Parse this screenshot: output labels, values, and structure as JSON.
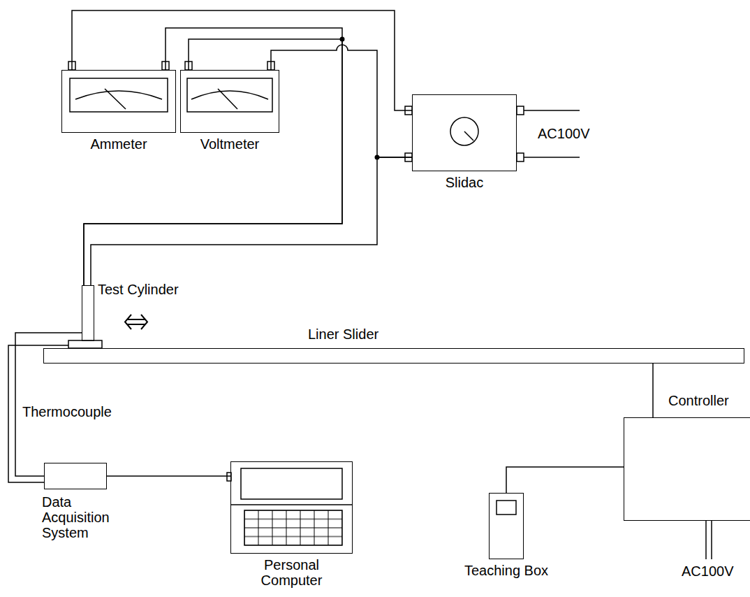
{
  "diagram": {
    "nodes": [
      {
        "text": [
          "Ammeter"
        ]
      },
      {
        "text": [
          "Voltmeter"
        ]
      },
      {
        "text": [
          "Slidac"
        ]
      },
      {
        "text": [
          "Test Cylinder"
        ]
      },
      {
        "text": [
          "Liner Slider"
        ]
      },
      {
        "text": [
          "Controller"
        ]
      },
      {
        "text": [
          "Data Acquisition System"
        ]
      },
      {
        "text": [
          "Personal Computer"
        ]
      },
      {
        "text": [
          "Teaching Box"
        ]
      }
    ],
    "edges": [
      {
        "from": 0,
        "to": 2,
        "arrow": "none"
      },
      {
        "from": 0,
        "to": 3,
        "arrow": "none"
      },
      {
        "from": 1,
        "to": 3,
        "arrow": "none"
      },
      {
        "from": 1,
        "to": 2,
        "arrow": "none"
      },
      {
        "from": 2,
        "to": 3,
        "arrow": "none"
      },
      {
        "from": 3,
        "to": 6,
        "label": "Thermocouple",
        "arrow": "none"
      },
      {
        "from": 6,
        "to": 7,
        "arrow": "none"
      },
      {
        "from": 4,
        "to": 5,
        "arrow": "none"
      },
      {
        "from": 8,
        "to": 5,
        "arrow": "none"
      }
    ],
    "labels": [
      "AC100V",
      "AC100V"
    ]
  }
}
